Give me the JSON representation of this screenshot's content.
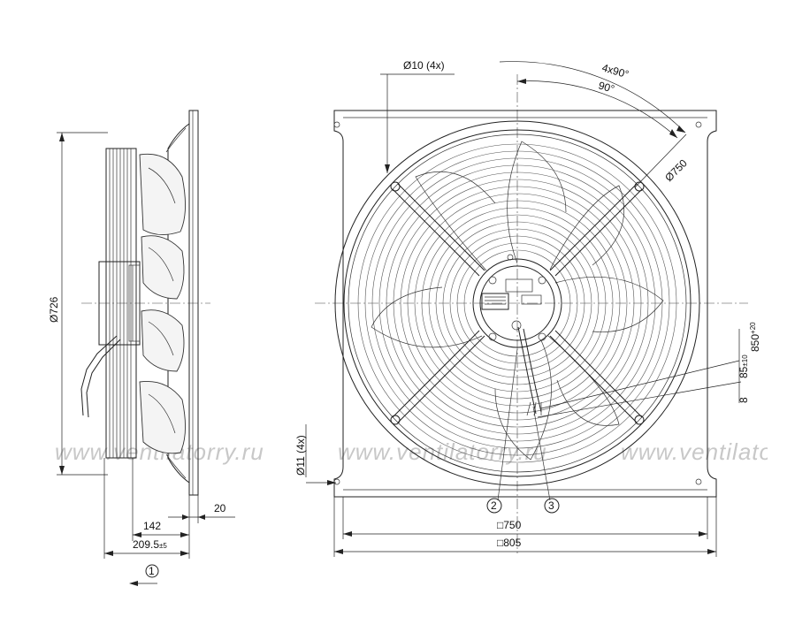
{
  "drawing": {
    "dimensions": {
      "hole_top": "Ø10 (4x)",
      "angle_outer": "4x90°",
      "angle_inner": "90°",
      "diameter_ring": "Ø750",
      "diameter_side": "Ø726",
      "hole_side": "Ø11 (4x)",
      "cable_length": "850",
      "cable_length_tol": "+20",
      "strip_length": "85",
      "strip_length_tol": "±10",
      "strip_end": "8",
      "depth_body": "142",
      "flange": "20",
      "depth_total": "209.5",
      "depth_total_tol": "±5",
      "square_inner": "□750",
      "square_outer": "□805"
    },
    "callouts": {
      "item_1": "1",
      "item_2": "2",
      "item_3": "3"
    },
    "watermark": "www.ventilatorry.ru"
  }
}
